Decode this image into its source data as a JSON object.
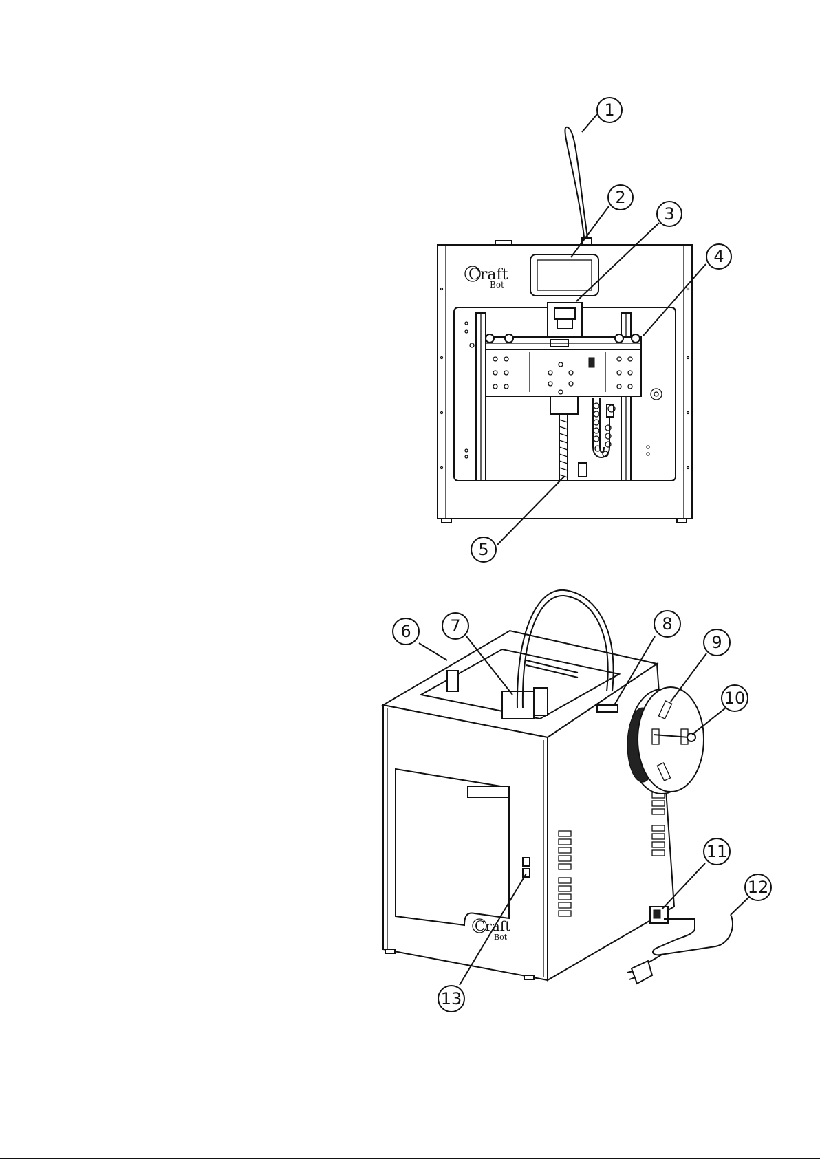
{
  "figure": {
    "front_view": {
      "logo": {
        "craft": "Craft",
        "bot": "Bot"
      }
    },
    "rear_view": {
      "logo": {
        "craft": "Craft",
        "bot": "Bot"
      }
    },
    "callouts": [
      {
        "id": "1",
        "label": "1"
      },
      {
        "id": "2",
        "label": "2"
      },
      {
        "id": "3",
        "label": "3"
      },
      {
        "id": "4",
        "label": "4"
      },
      {
        "id": "5",
        "label": "5"
      },
      {
        "id": "6",
        "label": "6"
      },
      {
        "id": "7",
        "label": "7"
      },
      {
        "id": "8",
        "label": "8"
      },
      {
        "id": "9",
        "label": "9"
      },
      {
        "id": "10",
        "label": "10"
      },
      {
        "id": "11",
        "label": "11"
      },
      {
        "id": "12",
        "label": "12"
      },
      {
        "id": "13",
        "label": "13"
      }
    ]
  }
}
